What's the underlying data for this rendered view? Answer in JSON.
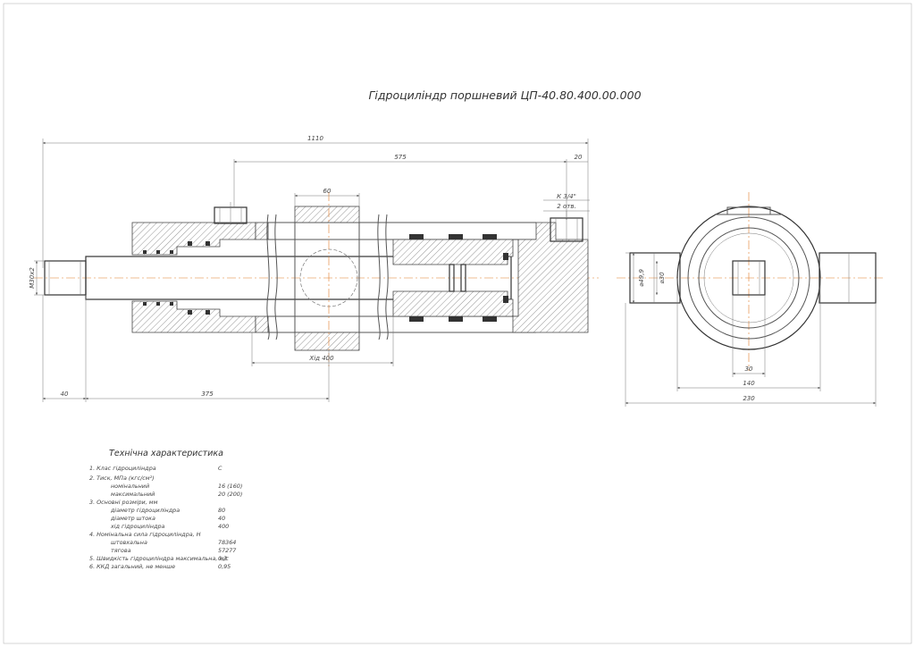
{
  "title": "Гідроциліндр поршневий ЦП-40.80.400.00.000",
  "dimensions": {
    "overall_length": "1110",
    "length_575": "575",
    "length_20": "20",
    "width_60": "60",
    "port_thread": "К 3/4\"",
    "port_holes": "2 отв.",
    "rod_thread": "М30х2",
    "stroke": "Хід 400",
    "length_40": "40",
    "length_375": "375",
    "dia_49": "⌀49,9",
    "dia_30": "⌀30",
    "end_30": "30",
    "end_140": "140",
    "end_230": "230"
  },
  "spec": {
    "heading": "Технічна характеристика",
    "rows": [
      {
        "label": "1. Клас гідроциліндра",
        "value": "С"
      },
      {
        "label": "2. Тиск, МПа (кгс/см²)",
        "value": ""
      },
      {
        "label": "номінальний",
        "value": "16 (160)"
      },
      {
        "label": "максимальний",
        "value": "20 (200)"
      },
      {
        "label": "3. Основні розміри, мм",
        "value": ""
      },
      {
        "label": "діаметр гідроциліндра",
        "value": "80"
      },
      {
        "label": "діаметр штока",
        "value": "40"
      },
      {
        "label": "хід гідроциліндра",
        "value": "400"
      },
      {
        "label": "4. Номінальна сила гідроциліндра, Н",
        "value": ""
      },
      {
        "label": "штовхальна",
        "value": "78364"
      },
      {
        "label": "тягова",
        "value": "57277"
      },
      {
        "label": "5. Швидкість гідроциліндра максимальна, м/с",
        "value": "0,3"
      },
      {
        "label": "6. ККД загальний, не менше",
        "value": "0,95"
      }
    ]
  }
}
